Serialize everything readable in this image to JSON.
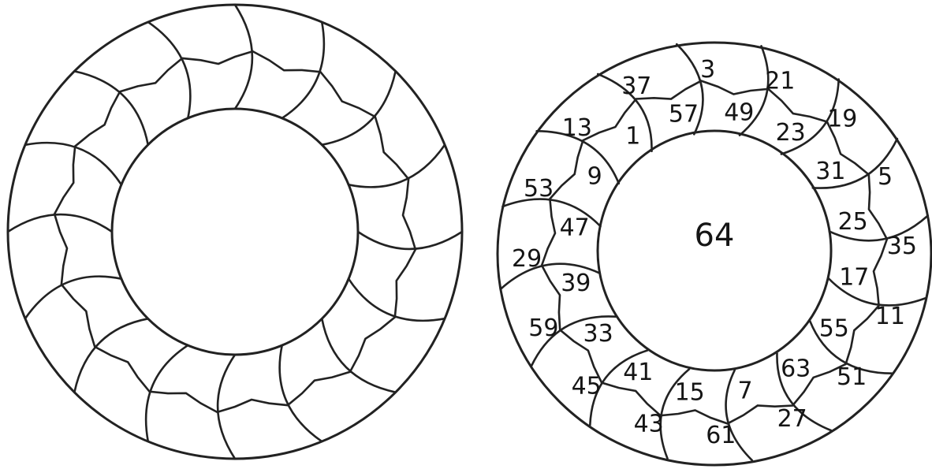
{
  "diagram": {
    "center_number": "64",
    "left_wreath": {
      "segment_count": 32
    },
    "right_wreath": {
      "outer_labels": [
        "3",
        "21",
        "19",
        "5",
        "35",
        "11",
        "51",
        "27",
        "61",
        "43",
        "45",
        "59",
        "29",
        "53",
        "13",
        "37"
      ],
      "middle_labels": [
        "49",
        "23",
        "31",
        "25",
        "17",
        "55",
        "63",
        "7",
        "15",
        "41",
        "33",
        "39",
        "47",
        "9",
        "1",
        "57"
      ]
    },
    "colors": {
      "ink": "#222222",
      "paper": "#ffffff"
    }
  }
}
